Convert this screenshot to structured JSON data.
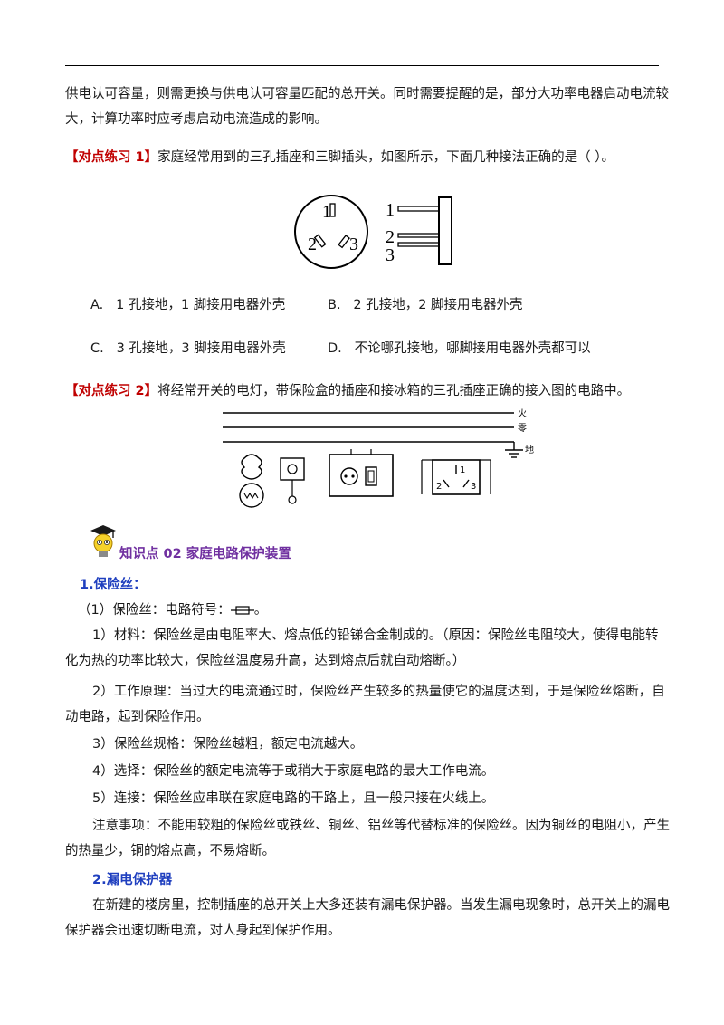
{
  "intro": {
    "line1": "供电认可容量，则需更换与供电认可容量匹配的总开关。同时需要提醒的是，部分大功率电器启动电流较",
    "line2": "大，计算功率时应考虑启动电流造成的影响。"
  },
  "exercise1": {
    "label": "【对点练习 1】",
    "question": "家庭经常用到的三孔插座和三脚插头，如图所示，下面几种接法正确的是（    ）。",
    "figure": {
      "socket_labels": [
        "1",
        "2",
        "3"
      ],
      "plug_labels": [
        "1",
        "2",
        "3"
      ]
    },
    "options": [
      {
        "key": "A.",
        "text": "1 孔接地，1 脚接用电器外壳"
      },
      {
        "key": "B.",
        "text": "2 孔接地，2 脚接用电器外壳"
      },
      {
        "key": "C.",
        "text": "3 孔接地，3 脚接用电器外壳"
      },
      {
        "key": "D.",
        "text": "不论哪孔接地，哪脚接用电器外壳都可以"
      }
    ]
  },
  "exercise2": {
    "label": "【对点练习 2】",
    "question": "将经常开关的电灯，带保险盒的插座和接冰箱的三孔插座正确的接入图的电路中。",
    "figure": {
      "line_labels": [
        "火",
        "零",
        "地"
      ],
      "outlet_labels": [
        "1",
        "2",
        "3"
      ]
    }
  },
  "knowledge_point": {
    "title": "知识点 02    家庭电路保护装置"
  },
  "fuse_section": {
    "heading": "1.保险丝：",
    "line_symbol": "（1）保险丝：电路符号：",
    "line_symbol_end": "。",
    "material_1": "1）材料：保险丝是由电阻率大、熔点低的铅锑合金制成的。（原因：保险丝电阻较大，使得电能转",
    "material_2": "化为热的功率比较大，保险丝温度易升高，达到熔点后就自动熔断。）",
    "principle_1": "2）工作原理：当过大的电流通过时，保险丝产生较多的热量使它的温度达到，于是保险丝熔断，自",
    "principle_2": "动电路，起到保险作用。",
    "spec": "3）保险丝规格：保险丝越粗，额定电流越大。",
    "choose": "4）选择：保险丝的额定电流等于或稍大于家庭电路的最大工作电流。",
    "connect": "5）连接：保险丝应串联在家庭电路的干路上，且一般只接在火线上。",
    "note_1": "注意事项：不能用较粗的保险丝或铁丝、铜丝、铝丝等代替标准的保险丝。因为铜丝的电阻小，产生",
    "note_2": "的热量少，铜的熔点高，不易熔断。"
  },
  "leakage_section": {
    "heading": "2.漏电保护器",
    "text_1": "在新建的楼房里，控制插座的总开关上大多还装有漏电保护器。当发生漏电现象时，总开关上的漏电",
    "text_2": "保护器会迅速切断电流，对人身起到保护作用。"
  }
}
